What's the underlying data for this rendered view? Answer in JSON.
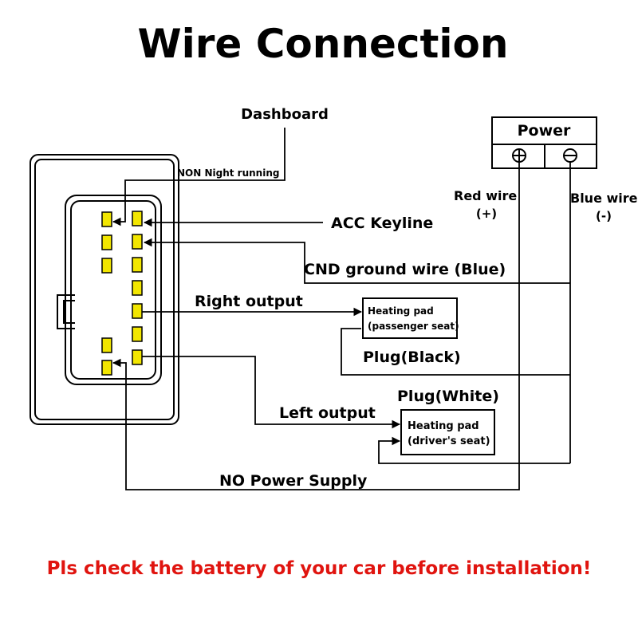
{
  "title": "Wire Connection",
  "labels": {
    "dashboard": "Dashboard",
    "non_night_running": "NON  Night running",
    "acc_keyline": "ACC Keyline",
    "cnd_ground": "CND ground wire  (Blue)",
    "right_output": "Right output",
    "plug_black": "Plug(Black)",
    "plug_white": "Plug(White)",
    "left_output": "Left output",
    "no_power_supply": "NO  Power Supply",
    "red_wire": "Red wire",
    "red_polarity": "(+)",
    "blue_wire": "Blue wire",
    "blue_polarity": "(-)"
  },
  "power_box": {
    "label": "Power"
  },
  "heating_pads": {
    "passenger": {
      "line1": "Heating pad",
      "line2": "(passenger seat)"
    },
    "driver": {
      "line1": "Heating pad",
      "line2": "(driver's seat)"
    }
  },
  "warning": {
    "text": "Pls check the battery of your car before installation!",
    "color": "#e0140f"
  },
  "colors": {
    "pin_fill": "#f2e600",
    "line": "#000000"
  }
}
